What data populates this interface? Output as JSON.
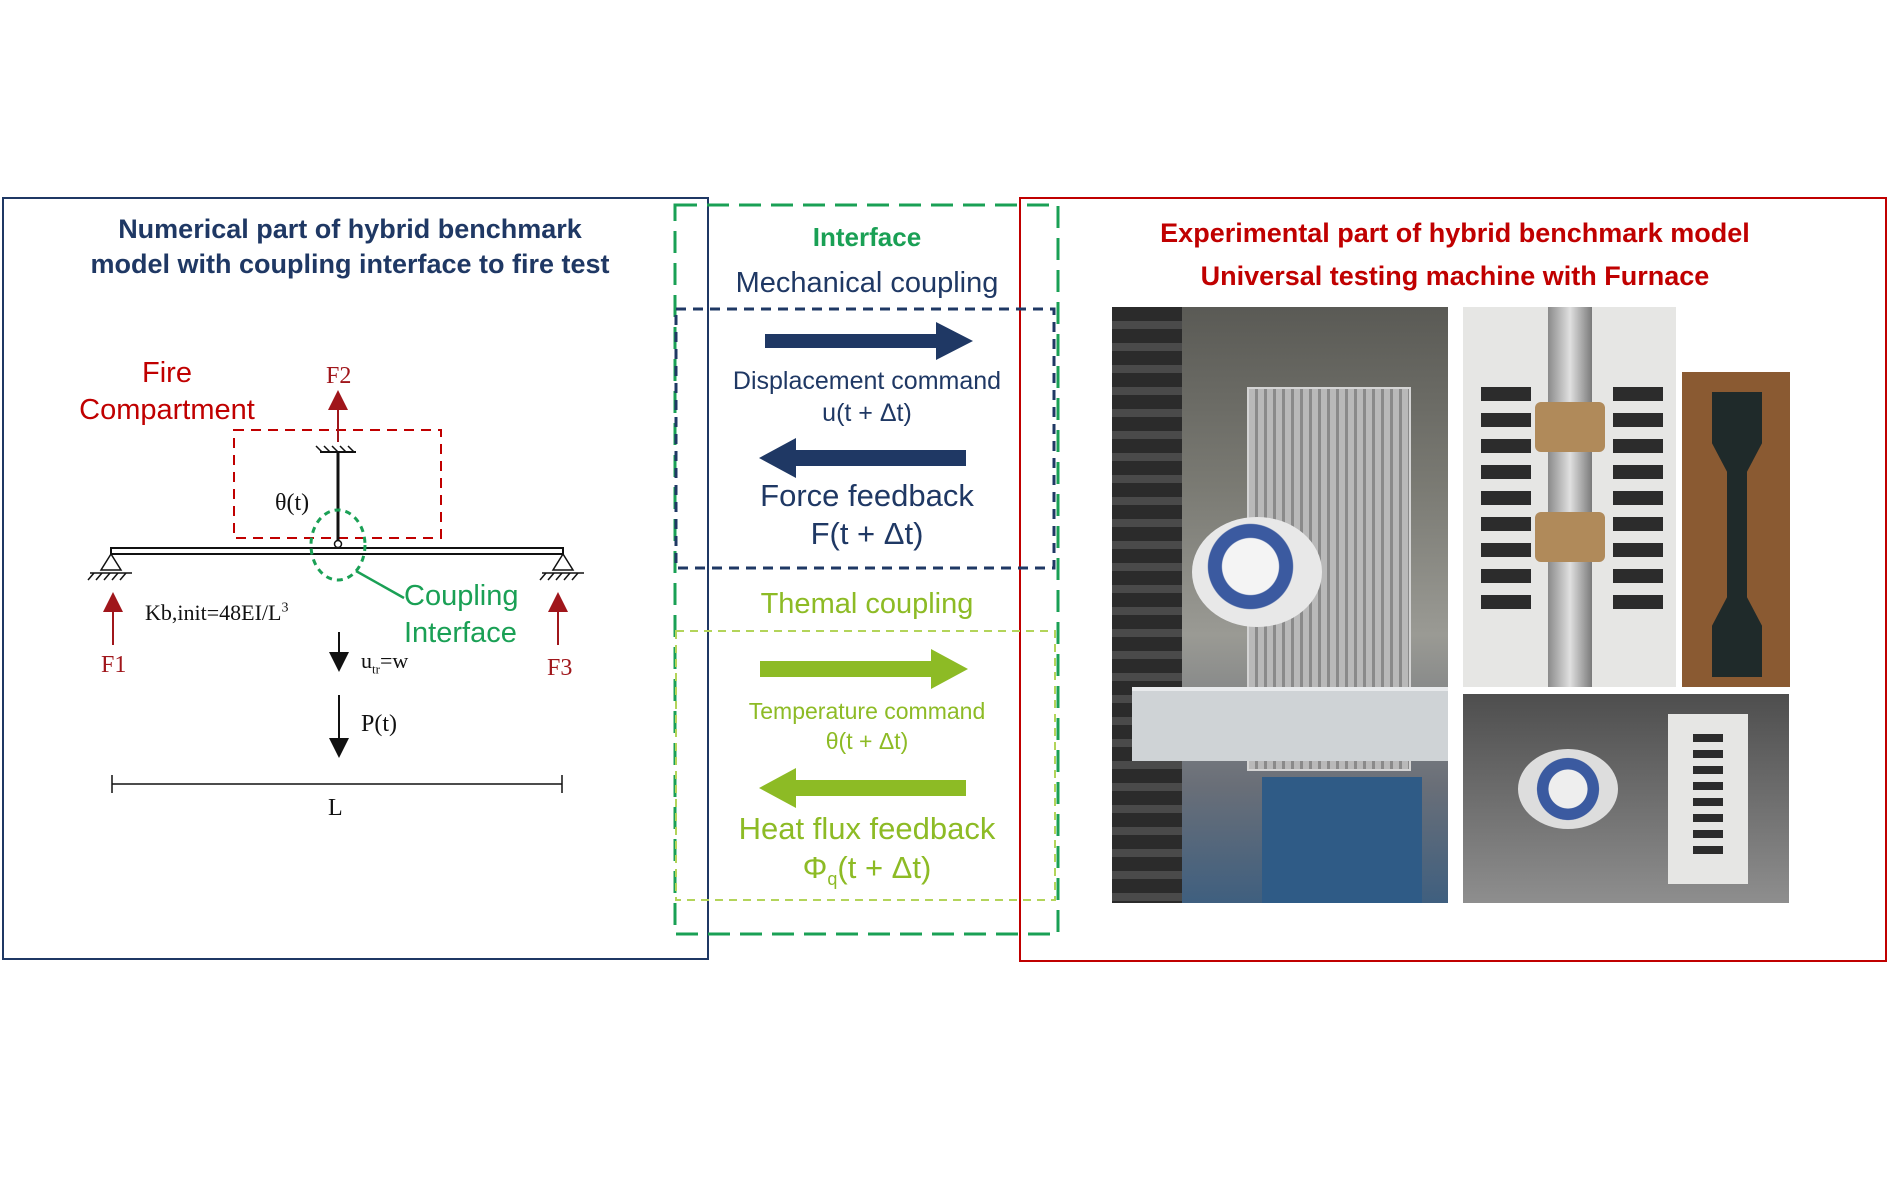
{
  "numerical": {
    "title_line1": "Numerical part of hybrid benchmark",
    "title_line2": "model with coupling interface to fire test",
    "fire_line1": "Fire",
    "fire_line2": "Compartment",
    "f1": "F1",
    "f2": "F2",
    "f3": "F3",
    "theta": "θ(t)",
    "stiffness": "Kb,init=48EI/L",
    "stiffness_exp": "3",
    "coupling_line1": "Coupling",
    "coupling_line2": "Interface",
    "utr_base": "u",
    "utr_sub": "tr",
    "utr_rest": "=w",
    "load": "P(t)",
    "length": "L"
  },
  "interface": {
    "title": "Interface",
    "mechanical": "Mechanical coupling",
    "disp_command": "Displacement command",
    "disp_value": "u(t + Δt)",
    "force_feedback": "Force feedback",
    "force_value": "F(t + Δt)",
    "thermal": "Themal coupling",
    "temp_command": "Temperature command",
    "temp_value": "θ(t + Δt)",
    "heat_feedback": "Heat flux feedback",
    "heat_base": "Φ",
    "heat_sub": "q",
    "heat_rest": "(t + Δt)"
  },
  "experimental": {
    "title_line1": "Experimental part of hybrid benchmark model",
    "title_line2": "Universal testing machine with Furnace"
  },
  "colors": {
    "navy": "#1f3864",
    "red": "#c00000",
    "dark_red": "#a0161b",
    "green": "#1aa055",
    "lime": "#8dbb25"
  }
}
